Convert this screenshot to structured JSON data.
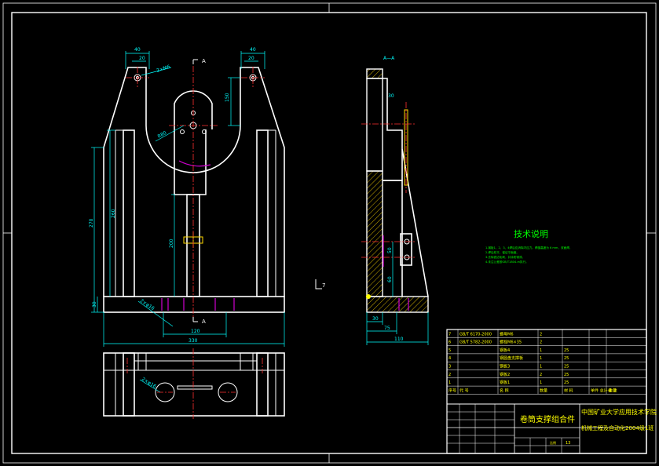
{
  "drawing": {
    "section_mark": "A",
    "section_title": "A—A",
    "view_marker": "7",
    "dimensions": {
      "top_40": "40",
      "top_20_left": "20",
      "top_2xm6": "2×M6",
      "top_20_right": "20",
      "top_40_right": "40",
      "r_150": "150",
      "r80": "R80",
      "h_270": "270",
      "h_260": "260",
      "h_30": "30",
      "h_200": "200",
      "w_120": "120",
      "w_330": "330",
      "bolt_bottom": "2×φ16",
      "plan_bolt": "2×φ16",
      "side_30_top": "30",
      "side_30_bot": "30",
      "side_75": "75",
      "side_110": "110",
      "side_50": "50",
      "side_60": "60"
    },
    "technical_notes": {
      "heading": "技术说明",
      "lines": [
        "1.钢板1、2、3、4焊后应消除内应力。焊缝高度为 6 mm，双面焊。",
        "2.焊后校平，保证平面度。",
        "3.去除锐边毛刺，并涂防锈漆。",
        "4.未注公差按GB/T1804-m执行。"
      ]
    }
  },
  "title_block": {
    "parts": [
      {
        "no": "7",
        "code": "GB/T 6170-2000",
        "name": "螺母M6",
        "qty": "2",
        "material": "",
        "weight": "",
        "note": ""
      },
      {
        "no": "6",
        "code": "GB/T 5782-2000",
        "name": "螺栓M6×35",
        "qty": "2",
        "material": "",
        "weight": "",
        "note": ""
      },
      {
        "no": "5",
        "code": "",
        "name": "钢板4",
        "qty": "1",
        "material": "25",
        "weight": "",
        "note": ""
      },
      {
        "no": "4",
        "code": "",
        "name": "钢圆盘支撑板",
        "qty": "1",
        "material": "25",
        "weight": "",
        "note": ""
      },
      {
        "no": "3",
        "code": "",
        "name": "钢板3",
        "qty": "1",
        "material": "25",
        "weight": "",
        "note": ""
      },
      {
        "no": "2",
        "code": "",
        "name": "钢板2",
        "qty": "2",
        "material": "25",
        "weight": "",
        "note": ""
      },
      {
        "no": "1",
        "code": "",
        "name": "钢板1",
        "qty": "1",
        "material": "25",
        "weight": "",
        "note": ""
      }
    ],
    "header": {
      "no": "序号",
      "code": "代 号",
      "name": "名 称",
      "qty": "数量",
      "material": "材 料",
      "weight": "单件 总计 重量",
      "note": "备 注"
    },
    "drawing_title": "卷筒支撑组合件",
    "school": "中国矿业大学应用技术学院",
    "class_name": "机械工程及自动化2004级1班",
    "scale_label": "比例",
    "sheet_count": "13"
  }
}
